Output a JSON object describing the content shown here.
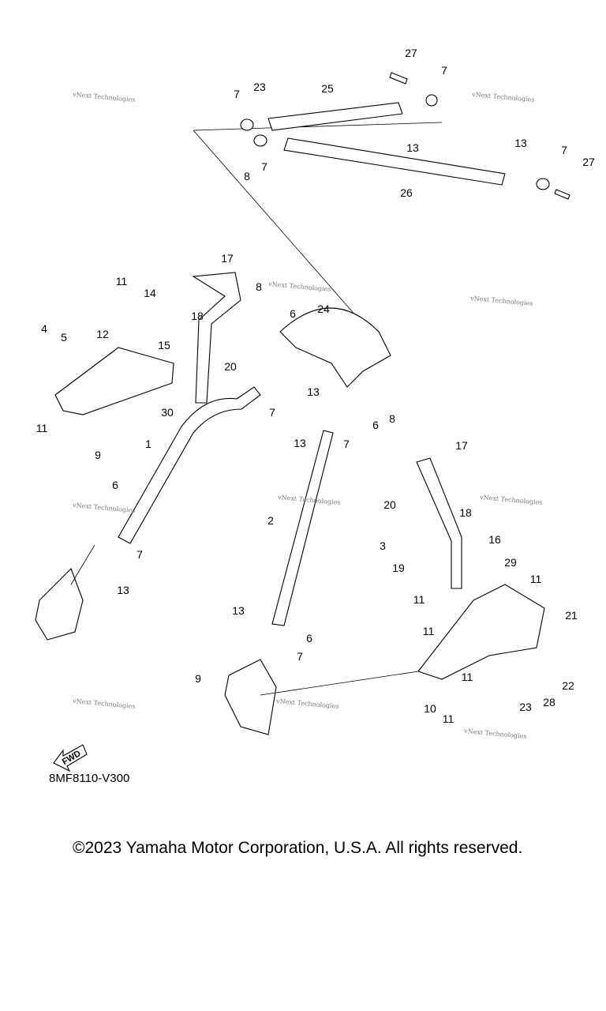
{
  "diagram": {
    "callouts": [
      "27",
      "7",
      "23",
      "25",
      "7",
      "13",
      "8",
      "7",
      "13",
      "7",
      "27",
      "26",
      "17",
      "8",
      "11",
      "14",
      "18",
      "6",
      "24",
      "4",
      "5",
      "12",
      "15",
      "20",
      "13",
      "30",
      "7",
      "11",
      "6",
      "8",
      "13",
      "7",
      "9",
      "1",
      "17",
      "20",
      "18",
      "6",
      "2",
      "16",
      "3",
      "19",
      "29",
      "7",
      "11",
      "11",
      "13",
      "13",
      "6",
      "7",
      "11",
      "21",
      "9",
      "11",
      "22",
      "28",
      "23",
      "10",
      "11"
    ],
    "watermark": "vNext Technologies",
    "fwd_label": "FWD",
    "diagram_code": "8MF8110-V300"
  },
  "footer": {
    "copyright": "©2023 Yamaha Motor Corporation, U.S.A. All rights reserved."
  }
}
